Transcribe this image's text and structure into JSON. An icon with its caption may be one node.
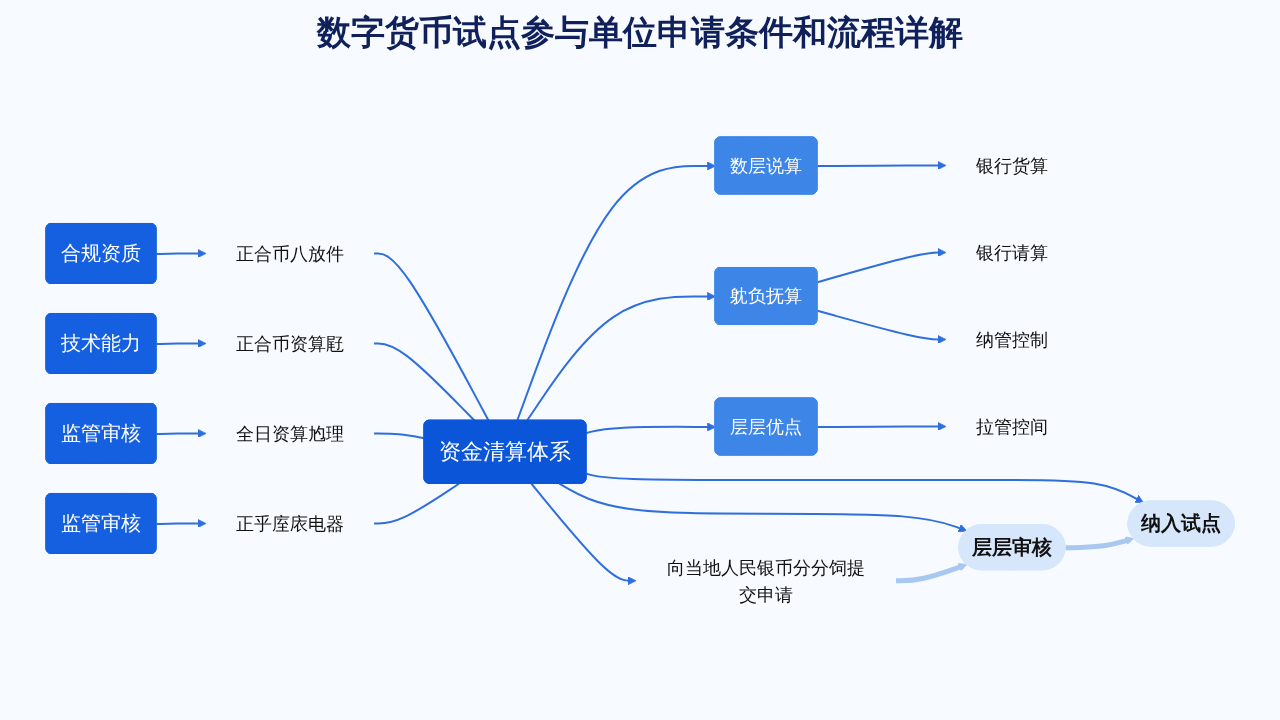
{
  "diagram": {
    "title": "数字货币试点参与单位申请条件和流程详解",
    "nodes": [
      {
        "text": [
          "合规资质"
        ]
      },
      {
        "text": [
          "技术能力"
        ]
      },
      {
        "text": [
          "监管审核"
        ]
      },
      {
        "text": [
          "监管审核"
        ]
      },
      {
        "text": [
          "正合币八放件"
        ]
      },
      {
        "text": [
          "正合币资算屘"
        ]
      },
      {
        "text": [
          "全日资算尥理"
        ]
      },
      {
        "text": [
          "正乎庢庡电器"
        ]
      },
      {
        "text": [
          "资金清算体系"
        ]
      },
      {
        "text": [
          "数层说算"
        ]
      },
      {
        "text": [
          "躭负抚算"
        ]
      },
      {
        "text": [
          "层层优点"
        ]
      },
      {
        "text": [
          "银行货算"
        ]
      },
      {
        "text": [
          "银行请算"
        ]
      },
      {
        "text": [
          "纳管控制"
        ]
      },
      {
        "text": [
          "拉管控间"
        ]
      },
      {
        "text": [
          "向当地人民银币分分饲提交申请"
        ]
      },
      {
        "text": [
          "层层审核"
        ]
      },
      {
        "text": [
          "纳入试点"
        ]
      }
    ],
    "edges": [
      {
        "from": 0,
        "to": 4,
        "arrow": "to"
      },
      {
        "from": 1,
        "to": 5,
        "arrow": "to"
      },
      {
        "from": 2,
        "to": 6,
        "arrow": "to"
      },
      {
        "from": 3,
        "to": 7,
        "arrow": "to"
      },
      {
        "from": 4,
        "to": 8,
        "arrow": "none"
      },
      {
        "from": 5,
        "to": 8,
        "arrow": "none"
      },
      {
        "from": 6,
        "to": 8,
        "arrow": "none"
      },
      {
        "from": 7,
        "to": 8,
        "arrow": "none"
      },
      {
        "from": 8,
        "to": 9,
        "arrow": "to"
      },
      {
        "from": 8,
        "to": 10,
        "arrow": "to"
      },
      {
        "from": 8,
        "to": 11,
        "arrow": "to"
      },
      {
        "from": 9,
        "to": 12,
        "arrow": "to"
      },
      {
        "from": 10,
        "to": 13,
        "arrow": "to"
      },
      {
        "from": 10,
        "to": 14,
        "arrow": "to"
      },
      {
        "from": 11,
        "to": 15,
        "arrow": "to"
      },
      {
        "from": 8,
        "to": 16,
        "arrow": "to"
      },
      {
        "from": 8,
        "to": 17,
        "arrow": "to"
      },
      {
        "from": 8,
        "to": 18,
        "arrow": "to"
      },
      {
        "from": 16,
        "to": 17,
        "arrow": "to",
        "style": "thick",
        "color": "#a9c8f0"
      },
      {
        "from": 17,
        "to": 18,
        "arrow": "to",
        "style": "thick",
        "color": "#a9c8f0"
      }
    ]
  }
}
